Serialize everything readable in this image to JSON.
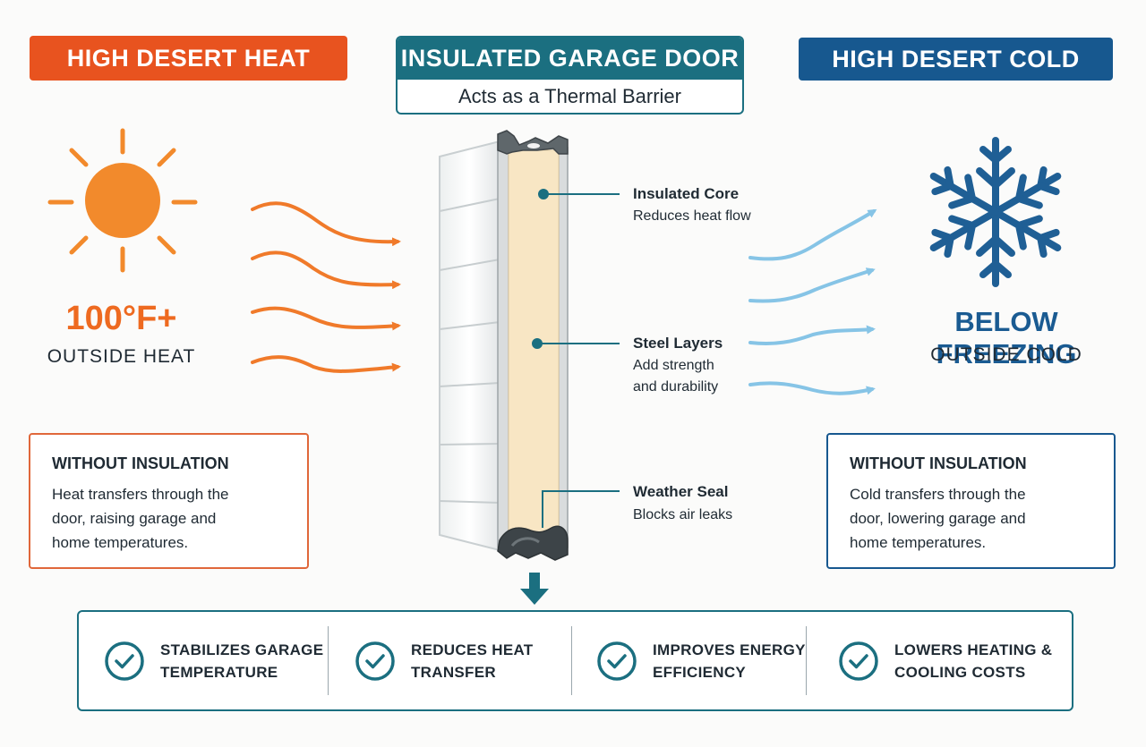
{
  "header": {
    "hot_title": "HIGH DESERT HEAT",
    "door_title": "INSULATED GARAGE DOOR",
    "door_subtitle": "Acts as a Thermal Barrier",
    "cold_title": "HIGH DESERT COLD"
  },
  "hot_side": {
    "temperature": "100°F+",
    "label": "OUTSIDE HEAT",
    "icon": "sun-icon",
    "box_title": "WITHOUT INSULATION",
    "box_text": "Heat transfers through the door, raising garage and home temperatures."
  },
  "cold_side": {
    "temperature": "BELOW FREEZING",
    "label": "OUTSIDE COLD",
    "icon": "snowflake-icon",
    "box_title": "WITHOUT INSULATION",
    "box_text": "Cold transfers through the door, lowering garage and home temperatures."
  },
  "callouts": [
    {
      "title": "Insulated Core",
      "desc": "Reduces heat flow"
    },
    {
      "title": "Steel Layers",
      "desc_line1": "Add strength",
      "desc_line2": "and durability"
    },
    {
      "title": "Weather Seal",
      "desc": "Blocks air leaks"
    }
  ],
  "benefits": [
    {
      "line1": "STABILIZES GARAGE",
      "line2": "TEMPERATURE"
    },
    {
      "line1": "REDUCES HEAT",
      "line2": "TRANSFER"
    },
    {
      "line1": "IMPROVES ENERGY",
      "line2": "EFFICIENCY"
    },
    {
      "line1": "LOWERS HEATING &",
      "line2": "COOLING COSTS"
    }
  ],
  "colors": {
    "hot": "#e8531f",
    "hot_arrow": "#f07a2a",
    "cold": "#17588f",
    "cold_arrow": "#86c4e6",
    "teal": "#1b6f80",
    "core": "#f8e6c4"
  }
}
